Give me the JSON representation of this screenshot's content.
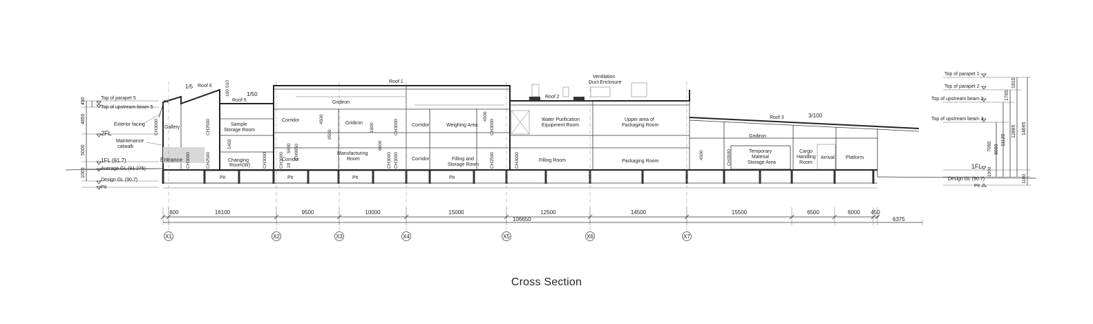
{
  "caption": "Cross Section",
  "roofs": {
    "roof1": "Roof 1",
    "roof2": "Roof 2",
    "roof3": "Roof 3",
    "roof5": "Roof 5",
    "roof6": "Roof 6",
    "vent1": "Ventilation",
    "vent2": "Duct Enclosure"
  },
  "slopes": {
    "s1": "1/5",
    "s2": "1/50",
    "s3": "3/100"
  },
  "rooms": {
    "gallery": "Gallery",
    "entrance": "Entrance",
    "sample1": "Sample",
    "sample2": "Storage Room",
    "changing1": "Changing",
    "changing2": "Room(W)",
    "corridor_a": "Corridor",
    "corridor_b": "Corridor",
    "corridor_c": "Corridor",
    "corridor_d": "Corridor",
    "gridiron_a": "Gridiron",
    "gridiron_b": "Gridiron",
    "gridiron_c": "Gridiron",
    "manuf1": "Manufacturing",
    "manuf2": "Room",
    "weighing": "Weighing Area",
    "filling_storage1": "Filling and",
    "filling_storage2": "Storage Room",
    "water1": "Water Purification",
    "water2": "Equipment Room",
    "filling": "Filling Room",
    "upper_pack1": "Upper area of",
    "upper_pack2": "Packaging Room",
    "packaging": "Packaging Room",
    "temp1": "Temporary",
    "temp2": "Material",
    "temp3": "Storage Area",
    "cargo1": "Cargo",
    "cargo2": "Handling",
    "cargo3": "Room",
    "arrival": "Arrival",
    "platform": "Platform",
    "pit1": "Pit",
    "pit2": "Pit",
    "pit3": "Pit",
    "pit4": "Pit"
  },
  "left_levels": {
    "parapet5": "Top of parapet 5",
    "beam5": "Top of upstream beam 5",
    "exterior": "Exterior facing",
    "fl2": "2FL",
    "maint1": "Maintenance",
    "maint2": "catwalk",
    "fl1": "1FL (91.7)",
    "avg_gl": "Average GL (91.275)",
    "design_gl": "Design GL (90.7)",
    "pit": "Pit"
  },
  "left_dims": [
    "450",
    "4850",
    "5000",
    "1000"
  ],
  "right_levels": {
    "parapet1": "Top of parapet 1",
    "parapet2": "Top of parapet 2",
    "beam2": "Top of upstream beam 2",
    "beam3": "Top of upstream beam 3",
    "fl1": "1FL",
    "design_gl": "Design GL (90.7)",
    "pit": "Pit"
  },
  "right_dims": [
    "1810",
    "1765",
    "7090",
    "8090",
    "11120",
    "12885",
    "14695",
    "1000",
    "1100"
  ],
  "ceiling_heights": [
    "CH3000",
    "CH2500",
    "CH3000",
    "CH2500",
    "CH3000",
    "CH3000",
    "CH9950",
    "CH3000",
    "CH3000",
    "CH3000",
    "CH3000",
    "CH2500",
    "CH3000",
    "CH3500"
  ],
  "interior_dims": [
    "100",
    "510",
    "4500",
    "1450",
    "5930",
    "9500",
    "1600",
    "6600",
    "4500",
    "4500",
    "20"
  ],
  "grid_spans": [
    "600",
    "16100",
    "9500",
    "10000",
    "15000",
    "12500",
    "14500",
    "15500",
    "6500",
    "6000",
    "450"
  ],
  "overall_dims": {
    "total": "106650",
    "overhang": "6375"
  },
  "axes": [
    "X1",
    "X2",
    "X3",
    "X4",
    "X5",
    "X6",
    "X7"
  ]
}
